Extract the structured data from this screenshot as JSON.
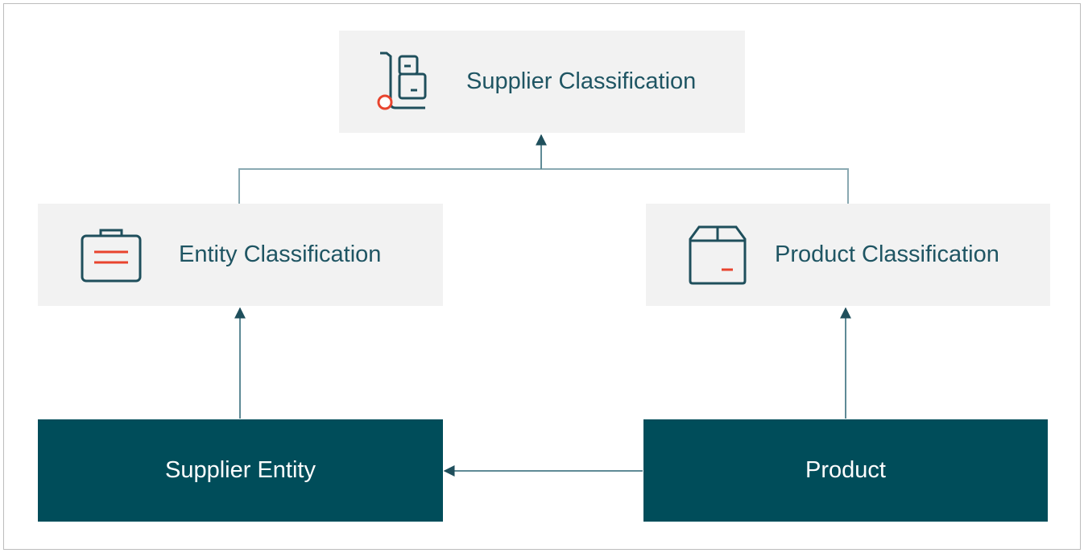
{
  "diagram": {
    "nodes": {
      "supplier_classification": {
        "label": "Supplier Classification",
        "icon": "hand-truck-icon"
      },
      "entity_classification": {
        "label": "Entity Classification",
        "icon": "briefcase-icon"
      },
      "product_classification": {
        "label": "Product Classification",
        "icon": "box-icon"
      },
      "supplier_entity": {
        "label": "Supplier Entity"
      },
      "product": {
        "label": "Product"
      }
    },
    "colors": {
      "light_box": "#f2f2f2",
      "dark_box": "#004d5a",
      "text_teal": "#1f5563",
      "accent_red": "#e8442e",
      "connector": "#5f8a96"
    }
  }
}
